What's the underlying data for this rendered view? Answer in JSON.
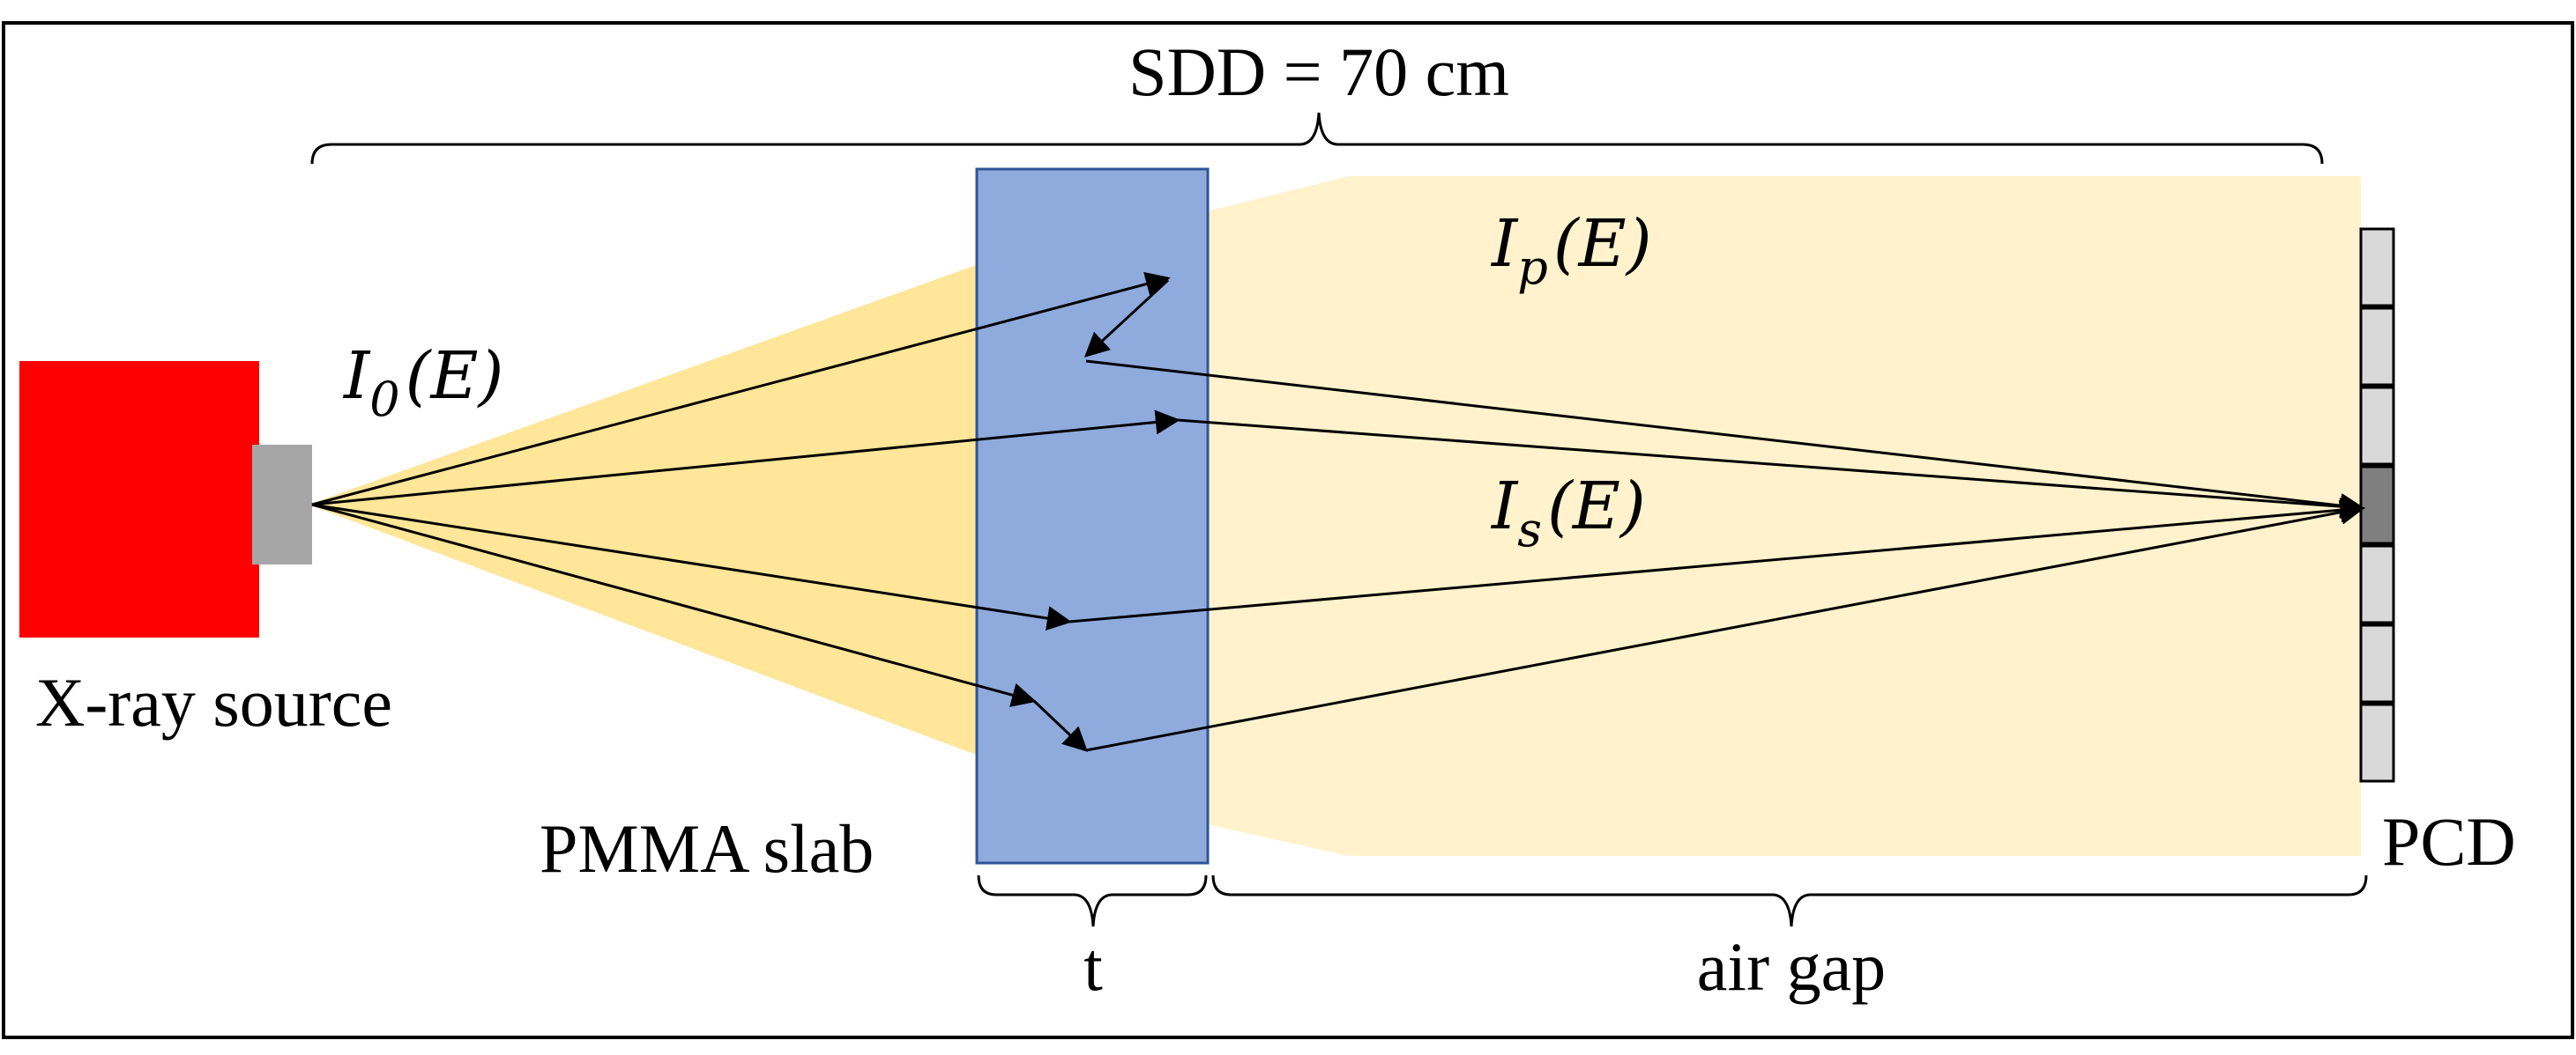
{
  "labels": {
    "sdd": "SDD = 70 cm",
    "source": "X-ray source",
    "slab": "PMMA slab",
    "detector": "PCD",
    "thickness": "t",
    "air_gap": "air gap"
  },
  "intensities": {
    "incident": {
      "symbol": "I",
      "subscript": "0",
      "argument": "(E)"
    },
    "primary": {
      "symbol": "I",
      "subscript": "p",
      "argument": "(E)"
    },
    "scatter": {
      "symbol": "I",
      "subscript": "s",
      "argument": "(E)"
    }
  },
  "colors": {
    "source_body": "#ff0000",
    "source_window": "#a6a6a6",
    "beam_incident": "#ffe699",
    "beam_transmitted": "#fff2cc",
    "slab_fill": "#8faadc",
    "slab_border": "#2f5597",
    "pixel_fill": "#d9d9d9",
    "pixel_active": "#7f7f7f",
    "ink": "#000000"
  }
}
